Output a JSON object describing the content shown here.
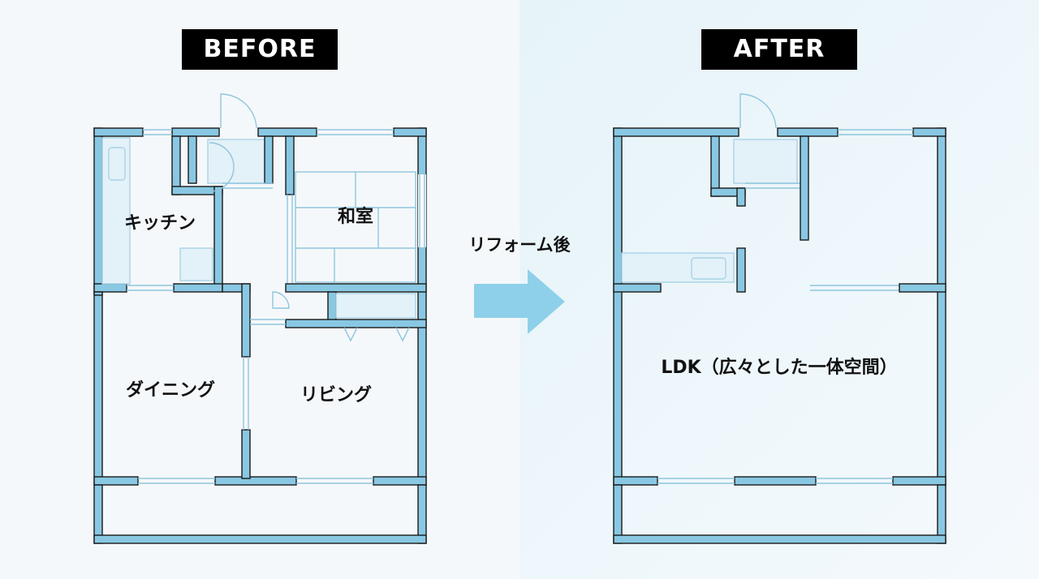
{
  "labels": {
    "before": "BEFORE",
    "after": "AFTER",
    "transition": "リフォーム後"
  },
  "before_rooms": {
    "kitchen": "キッチン",
    "washitsu": "和室",
    "dining": "ダイニング",
    "living": "リビング"
  },
  "after_rooms": {
    "ldk": "LDK（広々とした一体空間）"
  },
  "colors": {
    "wall": "#89c8e3",
    "outline": "#1a1a1a",
    "arrow": "#8ed0ea",
    "label_bg": "#000000"
  }
}
